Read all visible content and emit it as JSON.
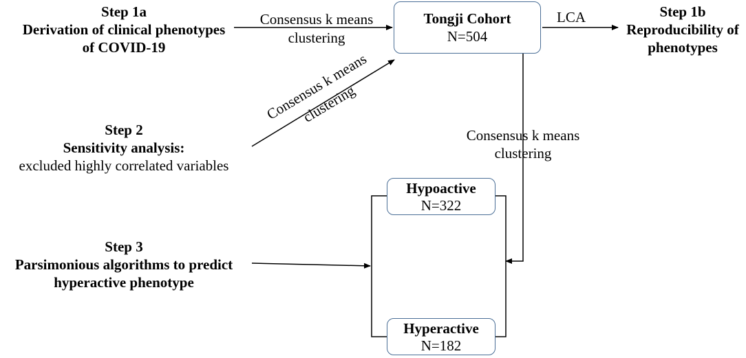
{
  "step1a": {
    "heading": "Step 1a",
    "line1": "Derivation of clinical phenotypes",
    "line2": "of COVID-19"
  },
  "step1b": {
    "heading": "Step 1b",
    "line1": "Reproducibility of",
    "line2": "phenotypes"
  },
  "step2": {
    "heading": "Step 2",
    "line1": "Sensitivity analysis:",
    "line2": "excluded highly correlated variables"
  },
  "step3": {
    "heading": "Step 3",
    "line1": "Parsimonious algorithms to predict",
    "line2": "hyperactive phenotype"
  },
  "cohort": {
    "title": "Tongji Cohort",
    "count": "N=504"
  },
  "hypoactive": {
    "title": "Hypoactive",
    "count": "N=322"
  },
  "hyperactive": {
    "title": "Hyperactive",
    "count": "N=182"
  },
  "labels": {
    "top_arrow_l1": "Consensus k means",
    "top_arrow_l2": "clustering",
    "lca": "LCA",
    "diag_l1": "Consensus k means",
    "diag_l2": "clustering",
    "down_l1": "Consensus k means",
    "down_l2": "clustering"
  },
  "colors": {
    "box_border": "#4a6e96",
    "line": "#000000"
  }
}
